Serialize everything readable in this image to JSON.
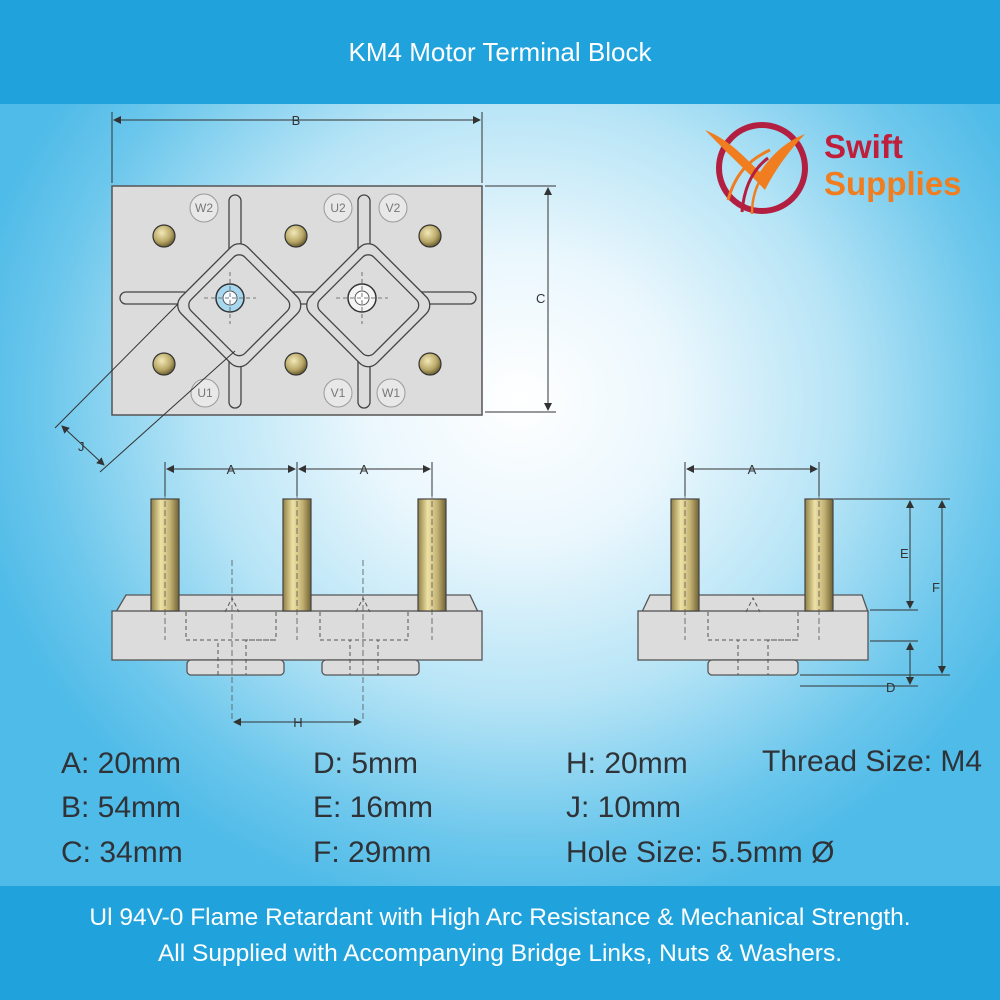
{
  "header": {
    "title": "KM4 Motor Terminal Block"
  },
  "logo": {
    "word1": "Swift",
    "word2": "Supplies",
    "brand_red": "#c01f3c",
    "brand_orange": "#f07d1f"
  },
  "terminals": {
    "top_row": [
      "W2",
      "U2",
      "V2"
    ],
    "bottom_row": [
      "U1",
      "V1",
      "W1"
    ]
  },
  "dimension_letters": {
    "b": "B",
    "c": "C",
    "j": "J",
    "a": "A",
    "h": "H",
    "e": "E",
    "f": "F",
    "d": "D"
  },
  "specs": {
    "a": "A: 20mm",
    "b": "B: 54mm",
    "c": "C: 34mm",
    "d": "D: 5mm",
    "e": "E: 16mm",
    "f": "F: 29mm",
    "h": "H: 20mm",
    "j": "J: 10mm",
    "hole": "Hole Size: 5.5mm Ø",
    "thread": "Thread Size: M4"
  },
  "footer": {
    "line1": "Ul 94V-0 Flame Retardant with High Arc Resistance & Mechanical Strength.",
    "line2": "All Supplied with Accompanying Bridge Links, Nuts & Washers."
  },
  "colors": {
    "banner": "#20a3dc",
    "block_grey": "#dcdcdc",
    "brass": "#c9b97a",
    "line": "#333333"
  }
}
